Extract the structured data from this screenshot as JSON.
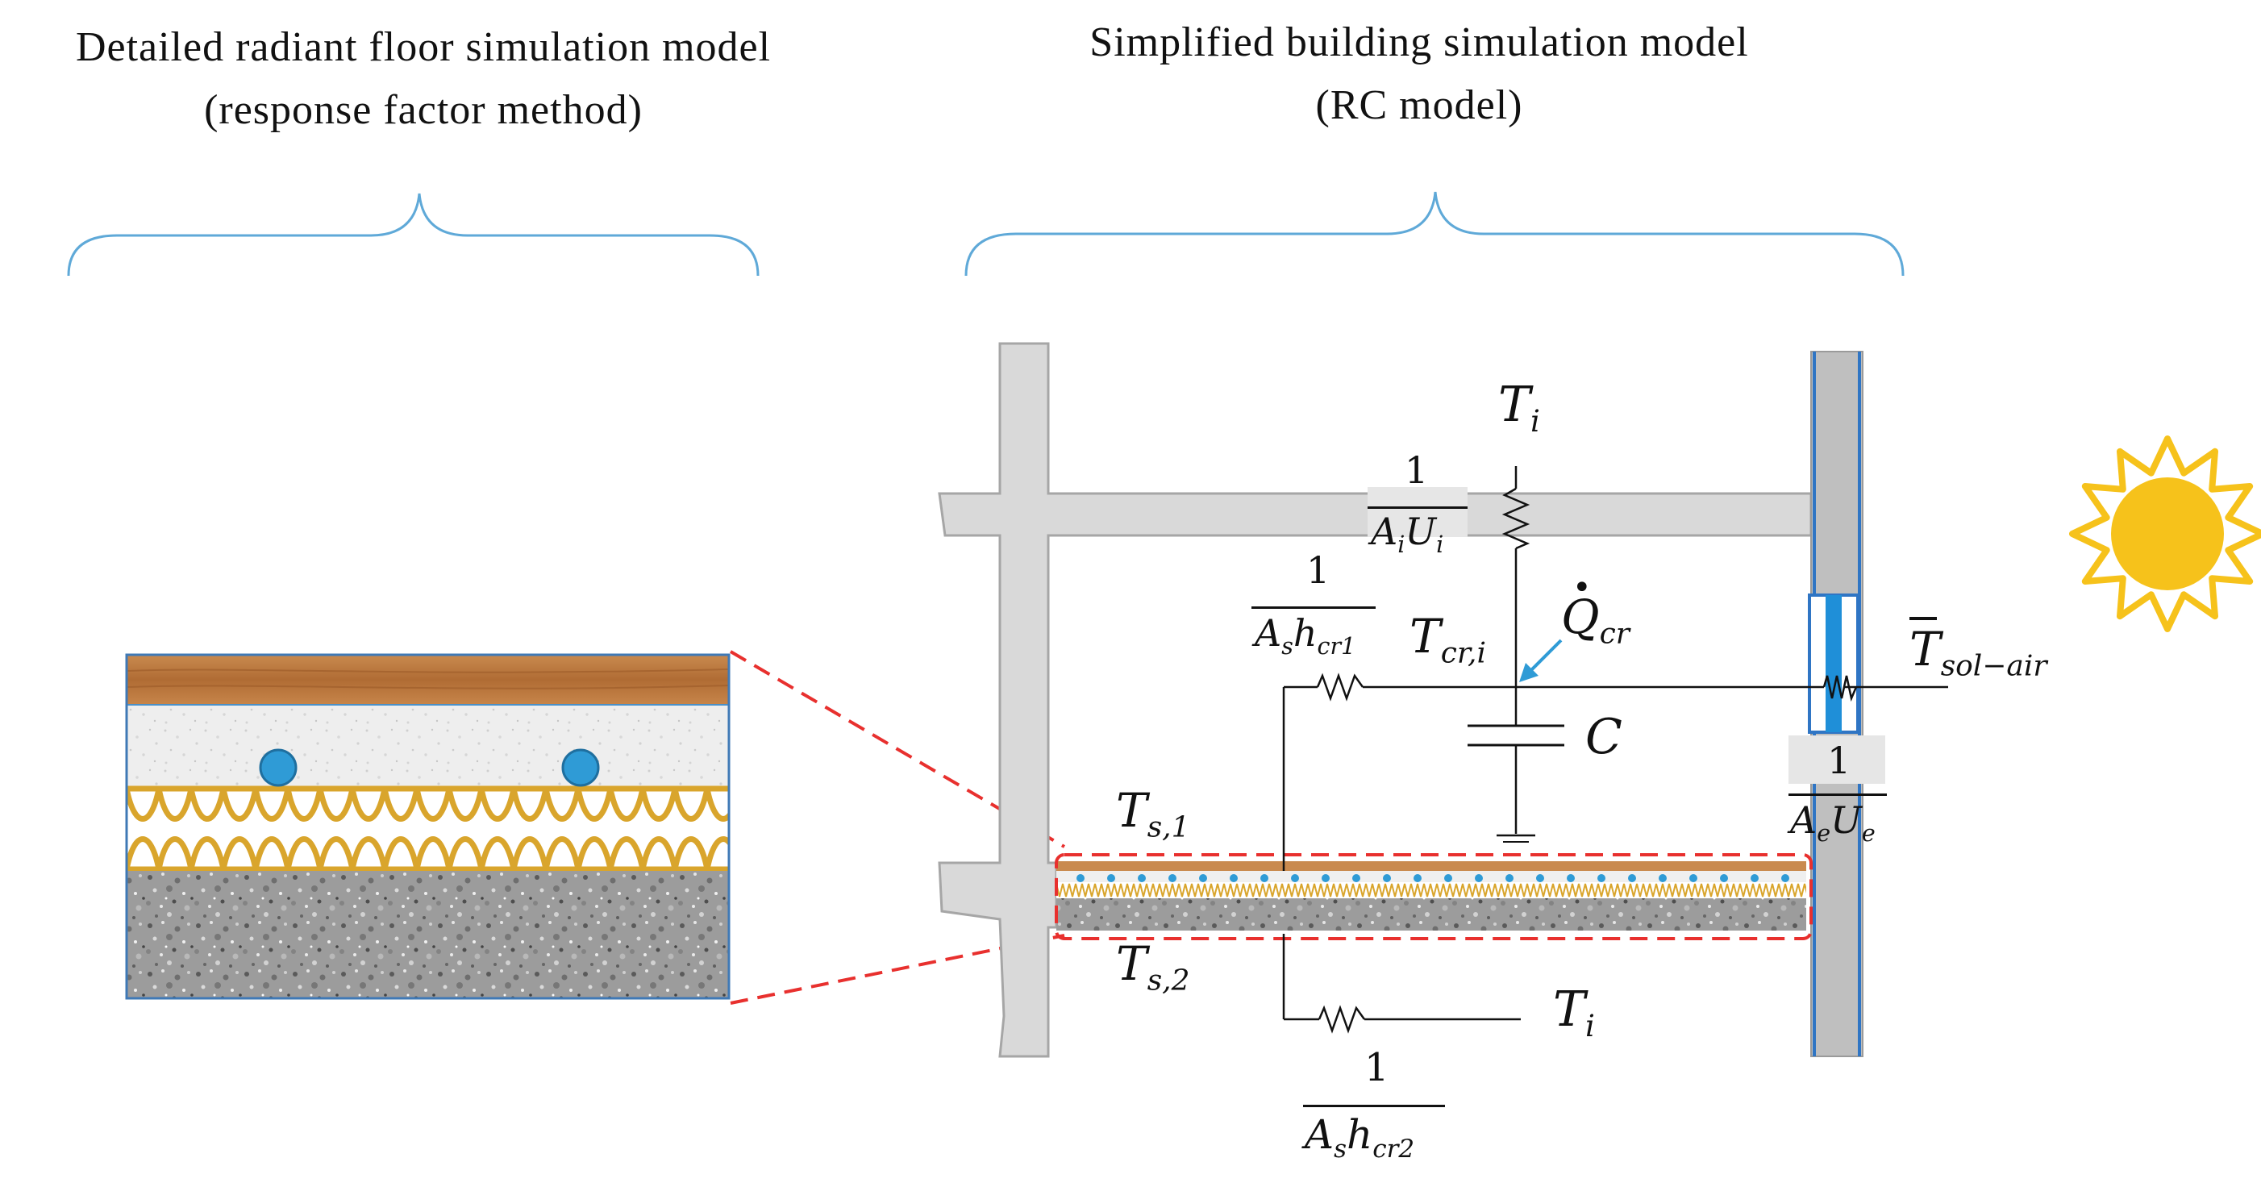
{
  "titles": {
    "left_line1": "Detailed radiant floor simulation model",
    "left_line2": "(response factor method)",
    "right_line1": "Simplified building simulation model",
    "right_line2": "(RC model)"
  },
  "labels": {
    "Ti_top": {
      "base": "T",
      "sub": "i"
    },
    "AiUi": {
      "num": "1",
      "den_a": "A",
      "den_a_sub": "i",
      "den_b": "U",
      "den_b_sub": "i"
    },
    "Ashcr1": {
      "num": "1",
      "den_a": "A",
      "den_a_sub": "s",
      "den_b": "h",
      "den_b_sub": "cr1"
    },
    "Tcri": {
      "base": "T",
      "sub": "cr,i"
    },
    "Qcr": {
      "base": "Q",
      "sub": "cr"
    },
    "C": {
      "base": "C"
    },
    "Tsolair": {
      "base": "T",
      "sub": "sol−air"
    },
    "AeUe": {
      "num": "1",
      "den_a": "A",
      "den_a_sub": "e",
      "den_b": "U",
      "den_b_sub": "e"
    },
    "Ts1": {
      "base": "T",
      "sub": "s,1"
    },
    "Ts2": {
      "base": "T",
      "sub": "s,2"
    },
    "Ti_bottom": {
      "base": "T",
      "sub": "i"
    },
    "Ashcr2": {
      "num": "1",
      "den_a": "A",
      "den_a_sub": "s",
      "den_b": "h",
      "den_b_sub": "cr2"
    }
  },
  "colors": {
    "bracket": "#5fa9d8",
    "wall": "#d9d9d9",
    "wall_stroke": "#a6a6a6",
    "wood": "#b8773f",
    "insulation": "#d9a52c",
    "pipe": "#2f9bd6",
    "highlight_box": "#e8302e",
    "sun": "#f6c21b",
    "window_blue": "#1f8fd8"
  },
  "icons": [
    "sun-icon",
    "radiant-pipe-icon",
    "resistor-icon",
    "capacitor-icon",
    "ground-icon",
    "arrow-icon"
  ]
}
